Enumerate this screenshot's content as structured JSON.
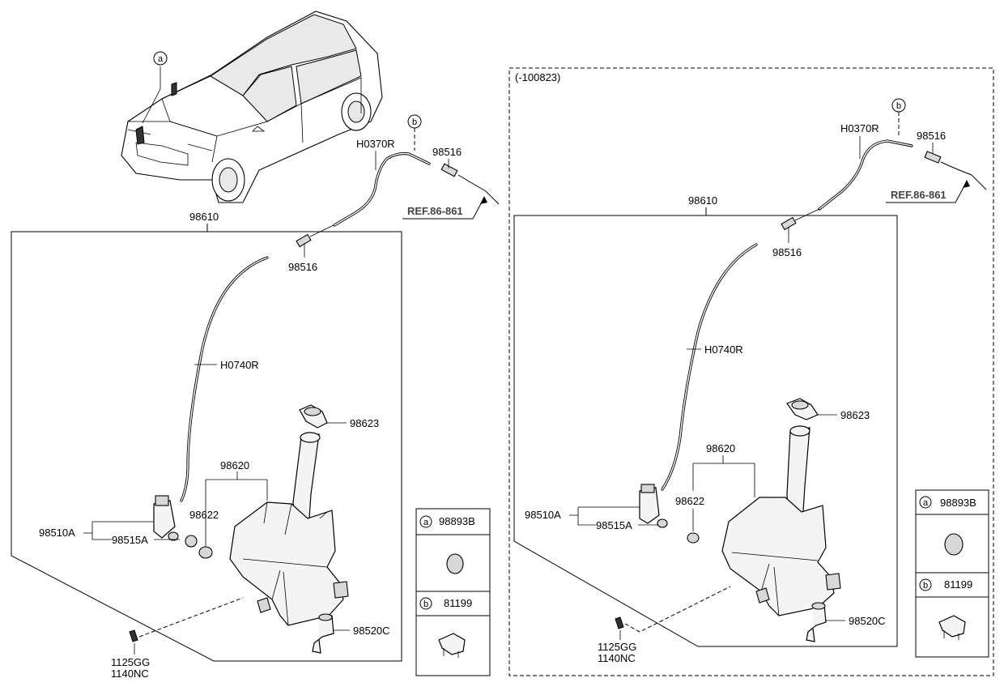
{
  "left": {
    "callouts": {
      "a": "a",
      "b": "b"
    },
    "labels": {
      "assembly": "98610",
      "hose_upper": "H0370R",
      "hose_lower": "H0740R",
      "nozzle_top": "98516",
      "nozzle_mid": "98516",
      "ref": "REF.86-861",
      "cap": "98623",
      "reservoir": "98620",
      "grommet": "98622",
      "pump": "98510A",
      "pump_seal": "98515A",
      "level_sensor": "98520C",
      "bolt_1": "1125GG",
      "bolt_2": "1140NC"
    },
    "legend": [
      {
        "key": "a",
        "part": "98893B"
      },
      {
        "key": "b",
        "part": "81199"
      }
    ]
  },
  "right": {
    "variant_note": "(-100823)",
    "callouts": {
      "b": "b"
    },
    "labels": {
      "assembly": "98610",
      "hose_upper": "H0370R",
      "hose_lower": "H0740R",
      "nozzle_top": "98516",
      "nozzle_mid": "98516",
      "ref": "REF.86-861",
      "cap": "98623",
      "reservoir": "98620",
      "grommet": "98622",
      "pump": "98510A",
      "pump_seal": "98515A",
      "level_sensor": "98520C",
      "bolt_1": "1125GG",
      "bolt_2": "1140NC"
    },
    "legend": [
      {
        "key": "a",
        "part": "98893B"
      },
      {
        "key": "b",
        "part": "81199"
      }
    ]
  }
}
